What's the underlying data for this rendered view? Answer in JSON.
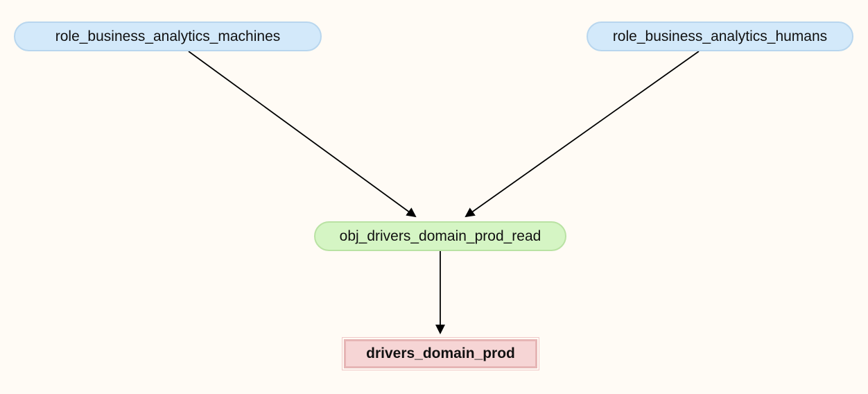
{
  "nodes": {
    "role_machines": {
      "label": "role_business_analytics_machines",
      "kind": "role",
      "fill": "#d3e9fa"
    },
    "role_humans": {
      "label": "role_business_analytics_humans",
      "kind": "role",
      "fill": "#d3e9fa"
    },
    "obj_read": {
      "label": "obj_drivers_domain_prod_read",
      "kind": "object",
      "fill": "#d5f5c4"
    },
    "database": {
      "label": "drivers_domain_prod",
      "kind": "database",
      "fill": "#f6d5d5"
    }
  },
  "edges": [
    {
      "from": "role_business_analytics_machines",
      "to": "obj_drivers_domain_prod_read"
    },
    {
      "from": "role_business_analytics_humans",
      "to": "obj_drivers_domain_prod_read"
    },
    {
      "from": "obj_drivers_domain_prod_read",
      "to": "drivers_domain_prod"
    }
  ],
  "colors": {
    "background": "#fffbf5",
    "edge": "#000000"
  }
}
